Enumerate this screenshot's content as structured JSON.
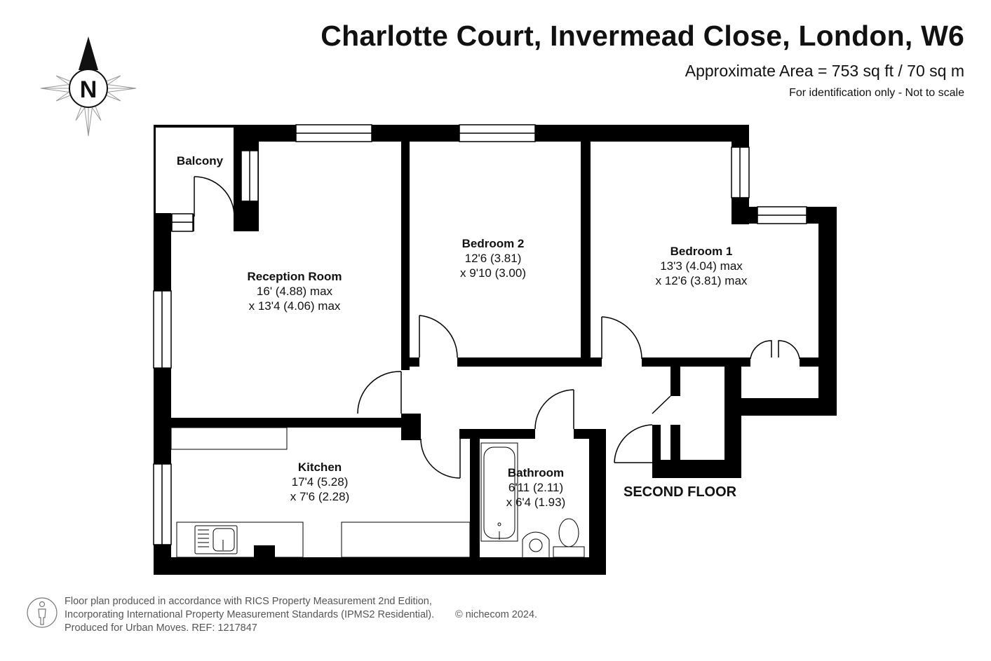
{
  "header": {
    "title": "Charlotte Court, Invermead Close, London, W6",
    "area": "Approximate Area = 753 sq ft / 70 sq m",
    "note": "For identification only - Not to scale"
  },
  "compass": {
    "letter": "N"
  },
  "rooms": {
    "balcony": {
      "name": "Balcony"
    },
    "reception": {
      "name": "Reception Room",
      "dim1": "16' (4.88) max",
      "dim2": "x 13'4 (4.06) max"
    },
    "bedroom2": {
      "name": "Bedroom 2",
      "dim1": "12'6 (3.81)",
      "dim2": "x 9'10 (3.00)"
    },
    "bedroom1": {
      "name": "Bedroom 1",
      "dim1": "13'3 (4.04) max",
      "dim2": "x 12'6 (3.81) max"
    },
    "kitchen": {
      "name": "Kitchen",
      "dim1": "17'4 (5.28)",
      "dim2": "x 7'6 (2.28)"
    },
    "bathroom": {
      "name": "Bathroom",
      "dim1": "6'11 (2.11)",
      "dim2": "x 6'4 (1.93)"
    }
  },
  "floor_label": "SECOND FLOOR",
  "footer": {
    "line1": "Floor plan produced in accordance with RICS Property Measurement 2nd Edition,",
    "line2": "Incorporating International Property Measurement Standards (IPMS2 Residential).",
    "copyright": "© nichecom 2024.",
    "line3": "Produced for Urban Moves.   REF:  1217847"
  }
}
